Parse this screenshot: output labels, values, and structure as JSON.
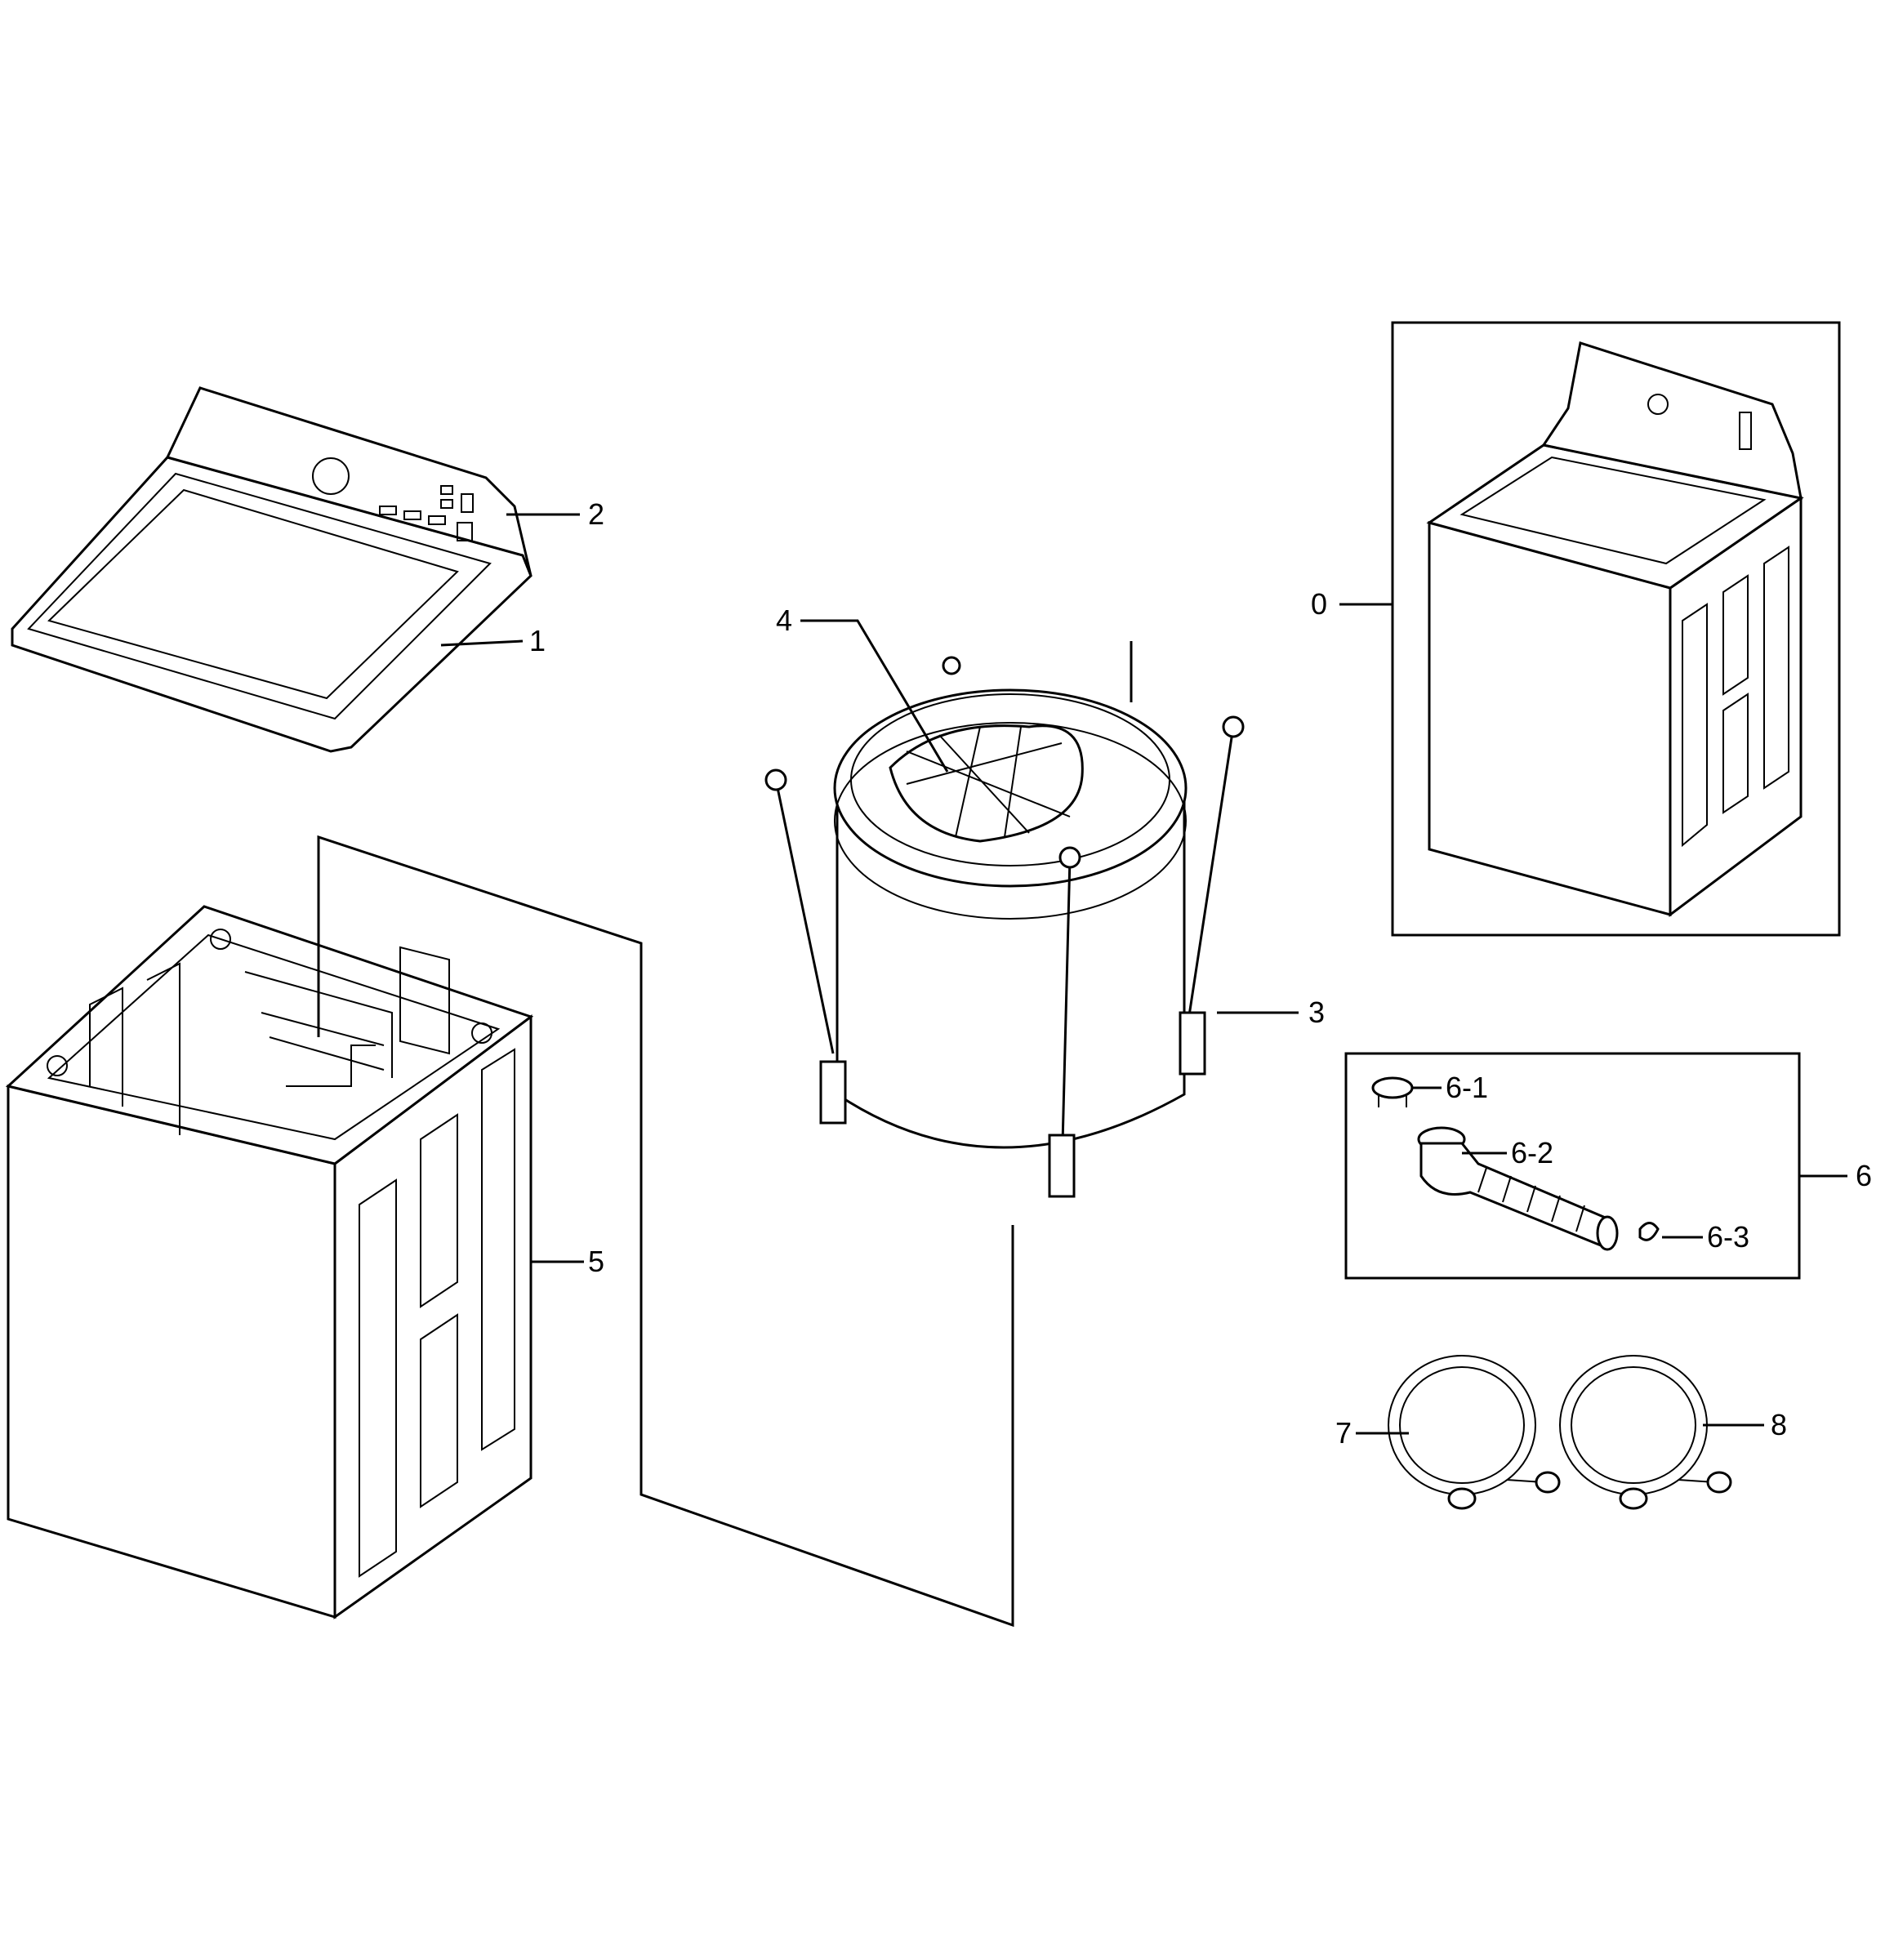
{
  "callouts": {
    "c0": "0",
    "c1": "1",
    "c2": "2",
    "c3": "3",
    "c4": "4",
    "c5": "5",
    "c6": "6",
    "c6_1": "6-1",
    "c6_2": "6-2",
    "c6_3": "6-3",
    "c7": "7",
    "c8": "8"
  },
  "colors": {
    "line": "#000000",
    "background": "#ffffff"
  }
}
